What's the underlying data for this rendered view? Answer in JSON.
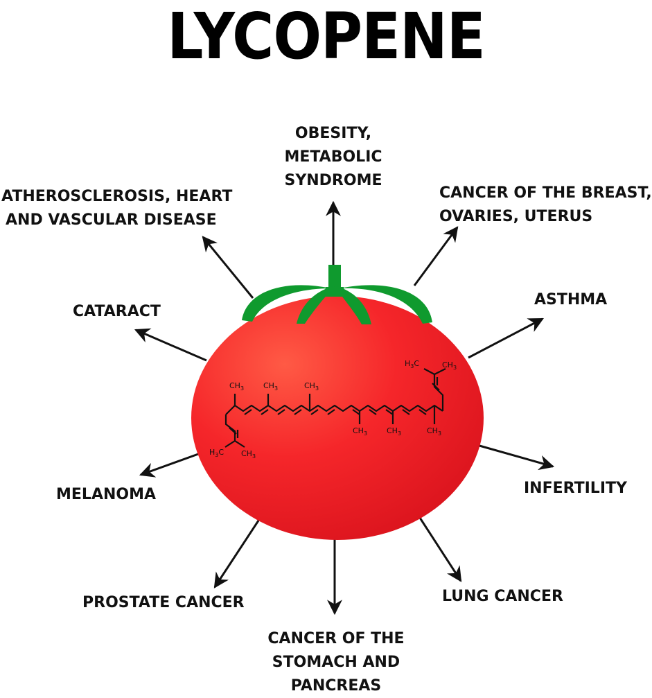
{
  "title": "LYCOPENE",
  "colors": {
    "tomato_highlight": "#ff4a3d",
    "tomato_base": "#f21c24",
    "tomato_shadow": "#d4101a",
    "leaves": "#0f9a2e",
    "arrows": "#111111",
    "text": "#111111"
  },
  "labels": {
    "obesity": [
      "OBESITY,",
      "METABOLIC",
      "SYNDROME"
    ],
    "breast": [
      "CANCER OF THE BREAST,",
      "OVARIES, UTERUS"
    ],
    "atherosclerosis": [
      "ATHEROSCLEROSIS, HEART",
      "AND VASCULAR DISEASE"
    ],
    "cataract": [
      "CATARACT"
    ],
    "asthma": [
      "ASTHMA"
    ],
    "melanoma": [
      "MELANOMA"
    ],
    "infertility": [
      "INFERTILITY"
    ],
    "prostate": [
      "PROSTATE CANCER"
    ],
    "lung": [
      "LUNG CANCER"
    ],
    "stomach": [
      "CANCER OF THE",
      "STOMACH AND",
      "PANCREAS"
    ]
  },
  "molecule": {
    "methyl_group": "CH",
    "methyl_subscript": "3",
    "terminal_left_label": "H",
    "terminal_left_subscript": "3",
    "terminal_left_suffix": "C",
    "terminal_right_label": "H",
    "terminal_right_subscript": "3",
    "terminal_right_suffix": "C"
  }
}
